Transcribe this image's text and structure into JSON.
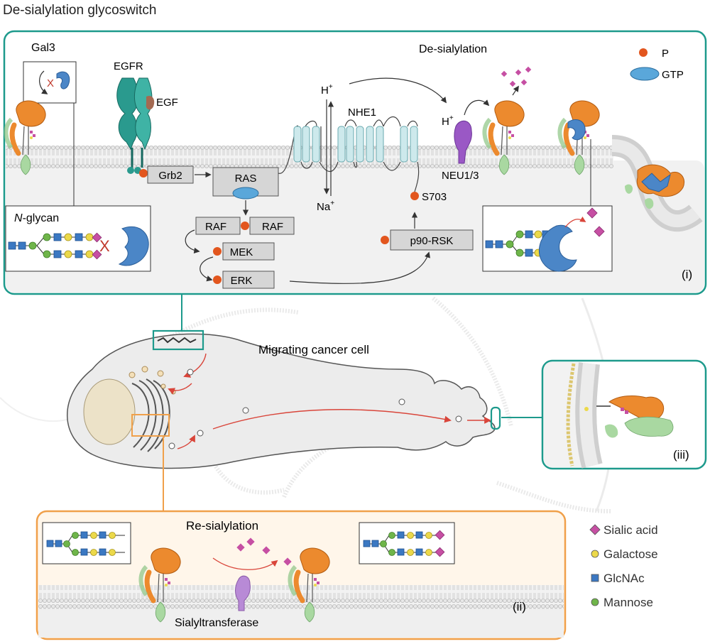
{
  "title": "De-sialylation glycoswitch",
  "panel_i": {
    "tag": "(i)",
    "gal3": "Gal3",
    "egfr": "EGFR",
    "egf": "EGF",
    "desialylation": "De-sialylation",
    "h_plus_top": "H",
    "h_plus_neu": "H",
    "plus": "+",
    "na": "Na",
    "nhe1": "NHE1",
    "neu": "NEU1/3",
    "grb2": "Grb2",
    "ras": "RAS",
    "raf_left": "RAF",
    "raf_right": "RAF",
    "mek": "MEK",
    "erk": "ERK",
    "p90": "p90-RSK",
    "s703": "S703",
    "nglycan": "N",
    "nglycan_rest": "-glycan",
    "x_mark": "X",
    "legend_p": "P",
    "legend_gtp": "GTP"
  },
  "cell_label": "Migrating cancer cell",
  "panel_iii": {
    "tag": "(iii)"
  },
  "panel_ii": {
    "tag": "(ii)",
    "resialylation": "Re-sialylation",
    "sialyltransferase": "Sialyltransferase"
  },
  "legend": {
    "items": [
      {
        "label": "Sialic acid",
        "color": "#c64fa3",
        "shape": "diamond"
      },
      {
        "label": "Galactose",
        "color": "#ecd94a",
        "shape": "circle"
      },
      {
        "label": "GlcNAc",
        "color": "#3b78c2",
        "shape": "square"
      },
      {
        "label": "Mannose",
        "color": "#6fb54a",
        "shape": "circle"
      }
    ]
  },
  "colors": {
    "teal": "#1d9a8c",
    "orange_frame": "#f0a04a",
    "phospho": "#e2561e",
    "gal3_orange": "#ec8a2e",
    "nhe1_fill": "#cde9ec",
    "neu_purple": "#9a58c5",
    "gtp_blue": "#5aa7da",
    "arrow_red": "#d9453a"
  }
}
